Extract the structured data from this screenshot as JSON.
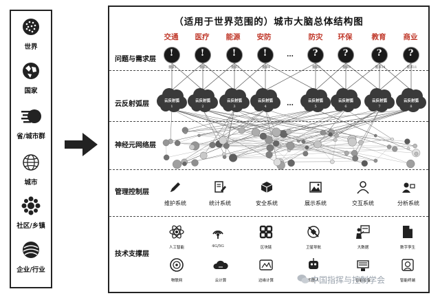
{
  "left_panel": {
    "items": [
      {
        "label": "世界",
        "icon": "globe-icon"
      },
      {
        "label": "国家",
        "icon": "globe-map-icon"
      },
      {
        "label": "省/城市群",
        "icon": "speed-lines-icon"
      },
      {
        "label": "城市",
        "icon": "wire-globe-icon"
      },
      {
        "label": "社区/乡镇",
        "icon": "cluster-icon"
      },
      {
        "label": "企业/行业",
        "icon": "sphere-icon"
      }
    ]
  },
  "diagram": {
    "title": "（适用于世界范围的）城市大脑总体结构图",
    "layers": {
      "needs": "问题与需求层",
      "cloud": "云反射弧层",
      "neural": "神经元网络层",
      "management": "管理控制层",
      "tech": "技术支撑层"
    },
    "categories": [
      "交通",
      "医疗",
      "能源",
      "安防",
      "防灾",
      "环保",
      "教育",
      "商业"
    ],
    "ellipsis": "…",
    "needs": [
      {
        "mark": "!",
        "sub": "需求1"
      },
      {
        "mark": "!",
        "sub": "需求2"
      },
      {
        "mark": "!",
        "sub": "需求3"
      },
      {
        "mark": "!",
        "sub": "需求4"
      },
      {
        "mark": "?",
        "sub": "需求8"
      },
      {
        "mark": "?",
        "sub": "需求9"
      },
      {
        "mark": "?",
        "sub": "需求10"
      },
      {
        "mark": "?",
        "sub": "需求11"
      }
    ],
    "clouds": [
      {
        "label": "云反射弧",
        "num": "1"
      },
      {
        "label": "云反射弧",
        "num": "2"
      },
      {
        "label": "云反射弧",
        "num": "3"
      },
      {
        "label": "云反射弧",
        "num": "4"
      },
      {
        "label": "云反射弧",
        "num": "5"
      },
      {
        "label": "云反射弧",
        "num": "6"
      },
      {
        "label": "云反射弧",
        "num": "7"
      },
      {
        "label": "云反射弧",
        "num": "8"
      }
    ],
    "systems": [
      {
        "label": "维护系统",
        "icon": "pen-icon"
      },
      {
        "label": "统计系统",
        "icon": "document-edit-icon"
      },
      {
        "label": "安全系统",
        "icon": "box-icon"
      },
      {
        "label": "展示系统",
        "icon": "image-icon"
      },
      {
        "label": "交互系统",
        "icon": "user-icon"
      },
      {
        "label": "分析系统",
        "icon": "chart-person-icon"
      }
    ],
    "tech_row1": [
      {
        "label": "人工智能",
        "icon": "atom-icon"
      },
      {
        "label": "4G/5G",
        "icon": "signal-icon"
      },
      {
        "label": "区块链",
        "icon": "blockchain-icon"
      },
      {
        "label": "卫星导航",
        "icon": "satellite-icon"
      },
      {
        "label": "大数据",
        "icon": "presentation-icon"
      },
      {
        "label": "数字孪生",
        "icon": "file-icon"
      }
    ],
    "tech_row2": [
      {
        "label": "物联网",
        "icon": "iot-icon"
      },
      {
        "label": "云计算",
        "icon": "cloud-icon"
      },
      {
        "label": "边缘计算",
        "icon": "edge-icon"
      },
      {
        "label": "机器人",
        "icon": "robot-icon"
      },
      {
        "label": "智能设备",
        "icon": "device-icon"
      },
      {
        "label": "智能终端",
        "icon": "terminal-icon"
      }
    ]
  },
  "watermark": "中国指挥与控制学会"
}
